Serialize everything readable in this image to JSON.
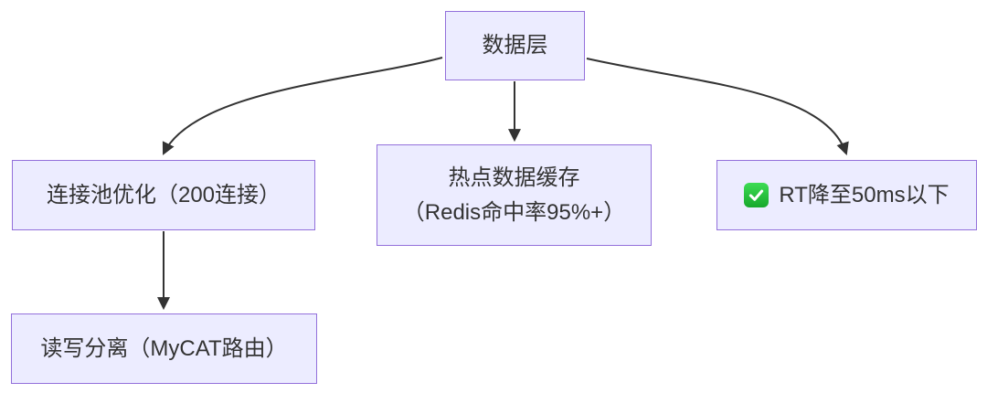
{
  "diagram_type": "flowchart",
  "nodes": {
    "data_layer": {
      "label": "数据层"
    },
    "connection_pool": {
      "label": "连接池优化（200连接）"
    },
    "hot_cache": {
      "label": "热点数据缓存\n（Redis命中率95%+）"
    },
    "rt_result": {
      "label": "RT降至50ms以下",
      "icon": "check-mark-emoji"
    },
    "read_write_split": {
      "label": "读写分离（MyCAT路由）"
    }
  },
  "edges": [
    {
      "from": "data_layer",
      "to": "connection_pool"
    },
    {
      "from": "data_layer",
      "to": "hot_cache"
    },
    {
      "from": "data_layer",
      "to": "rt_result"
    },
    {
      "from": "connection_pool",
      "to": "read_write_split"
    }
  ],
  "colors": {
    "node_fill": "#ECECFF",
    "node_border": "#9370DB",
    "node_text": "#333333",
    "edge_stroke": "#333333",
    "check_green_top": "#3DDC54",
    "check_green_bottom": "#17A82B",
    "background": "#FFFFFF"
  }
}
